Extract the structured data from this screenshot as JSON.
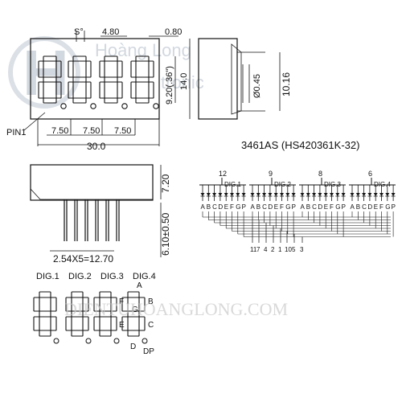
{
  "watermark": {
    "logo_letter": "H",
    "brand_line1": "Hoàng Long",
    "brand_line2": "tronic",
    "site": "DIENTUHOANGLONG.COM"
  },
  "part_number": "3461AS (HS420361K-32)",
  "front_view": {
    "dims": {
      "top_gap": "S°",
      "digit_pitch_top": "4.80",
      "top_right": "0.80",
      "pitch1": "7.50",
      "pitch2": "7.50",
      "pitch3": "7.50",
      "total_width": "30.0",
      "digit_height": "9.20(.36\")",
      "total_height": "14.0"
    },
    "pin1_label": "PIN1"
  },
  "side_view": {
    "pin_dia": "Ø0.45",
    "height": "10.16"
  },
  "bottom_view": {
    "body_height": "7.20",
    "pin_length": "6.10±0.50",
    "pin_pitch": "2.54X5=12.70"
  },
  "circuit": {
    "digit_pins": [
      "12",
      "9",
      "8",
      "6"
    ],
    "digit_labels": [
      "DIG.1",
      "DIG.2",
      "DIG.3",
      "DIG.4"
    ],
    "segment_letters": [
      "A",
      "B",
      "C",
      "D",
      "E",
      "F",
      "G",
      "DP"
    ],
    "bottom_pins": [
      "11",
      "7",
      "4",
      "2",
      "1",
      "10",
      "5",
      "3"
    ]
  },
  "segment_diagram": {
    "digit_labels": [
      "DIG.1",
      "DIG.2",
      "DIG.3",
      "DIG.4"
    ],
    "segment_names": {
      "a": "A",
      "b": "B",
      "c": "C",
      "d": "D",
      "e": "E",
      "f": "F",
      "g": "G",
      "dp": "DP"
    }
  }
}
